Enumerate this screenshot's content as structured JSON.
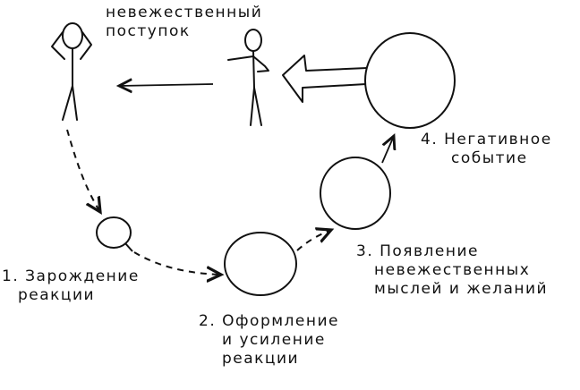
{
  "top_label": {
    "line1": "невежественный",
    "line2": "поступок"
  },
  "steps": [
    {
      "lines": [
        "1. Зарождение",
        "реакции"
      ]
    },
    {
      "lines": [
        "2. Оформление",
        "и усиление",
        "реакции"
      ]
    },
    {
      "lines": [
        "3. Появление",
        "невежественных",
        "мыслей и желаний"
      ]
    },
    {
      "lines": [
        "4. Негативное",
        "событие"
      ]
    }
  ],
  "colors": {
    "ink": "#111111",
    "background": "#ffffff"
  }
}
